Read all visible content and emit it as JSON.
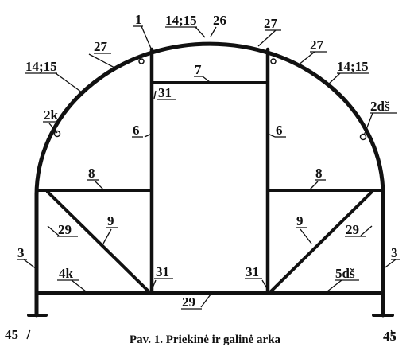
{
  "caption": "Pav. 1. Priekinė ir galinė arka",
  "labels": {
    "top_1": "1",
    "top_14_15_center": "14;15",
    "top_26": "26",
    "top_27_left": "27",
    "top_27_center": "27",
    "top_27_right": "27",
    "arch_14_15_left": "14;15",
    "arch_14_15_right": "14;15",
    "label_7": "7",
    "label_31_top": "31",
    "label_2k": "2k",
    "label_2ds": "2dš",
    "label_6_left": "6",
    "label_6_right": "6",
    "label_8_left": "8",
    "label_8_right": "8",
    "label_9_left": "9",
    "label_9_right": "9",
    "label_29_left": "29",
    "label_29_right": "29",
    "label_29_bottom": "29",
    "label_3_left": "3",
    "label_3_right": "3",
    "label_4k": "4k",
    "label_5ds": "5dš",
    "label_31_left": "31",
    "label_31_right": "31",
    "label_45_left": "45",
    "label_45_right": "45"
  }
}
